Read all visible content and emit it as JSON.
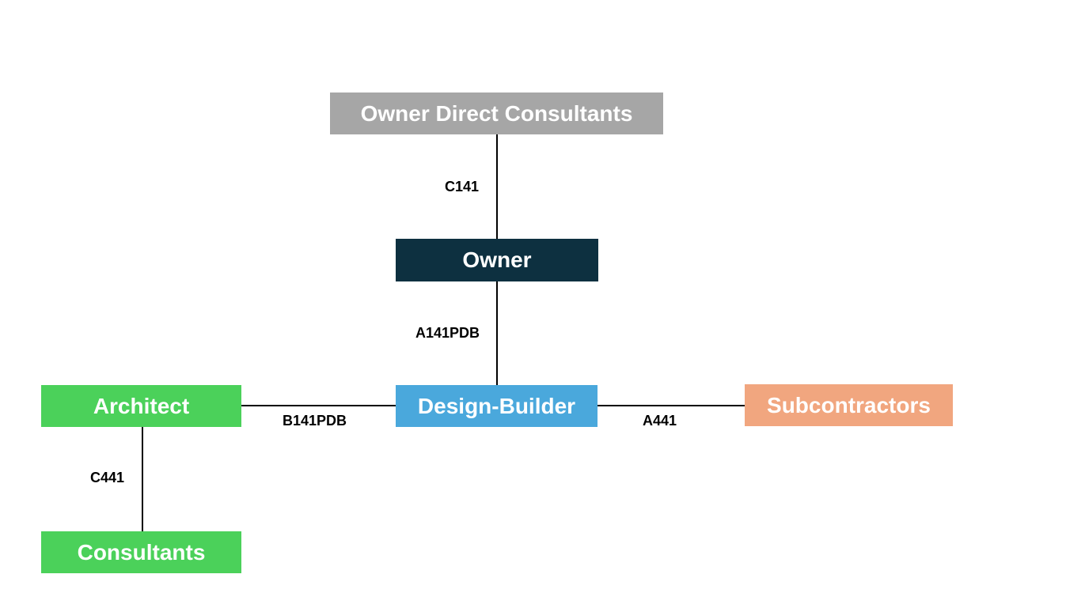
{
  "nodes": {
    "owner_direct_consultants": {
      "label": "Owner Direct Consultants",
      "color": "#a6a6a6"
    },
    "owner": {
      "label": "Owner",
      "color": "#0d3040"
    },
    "design_builder": {
      "label": "Design-Builder",
      "color": "#4aa8dc"
    },
    "architect": {
      "label": "Architect",
      "color": "#4bd15a"
    },
    "consultants": {
      "label": "Consultants",
      "color": "#4bd15a"
    },
    "subcontractors": {
      "label": "Subcontractors",
      "color": "#f1a67f"
    }
  },
  "edges": {
    "owner_to_direct_consultants": {
      "label": "C141"
    },
    "owner_to_design_builder": {
      "label": "A141PDB"
    },
    "design_builder_to_architect": {
      "label": "B141PDB"
    },
    "design_builder_to_subcontractors": {
      "label": "A441"
    },
    "architect_to_consultants": {
      "label": "C441"
    }
  }
}
